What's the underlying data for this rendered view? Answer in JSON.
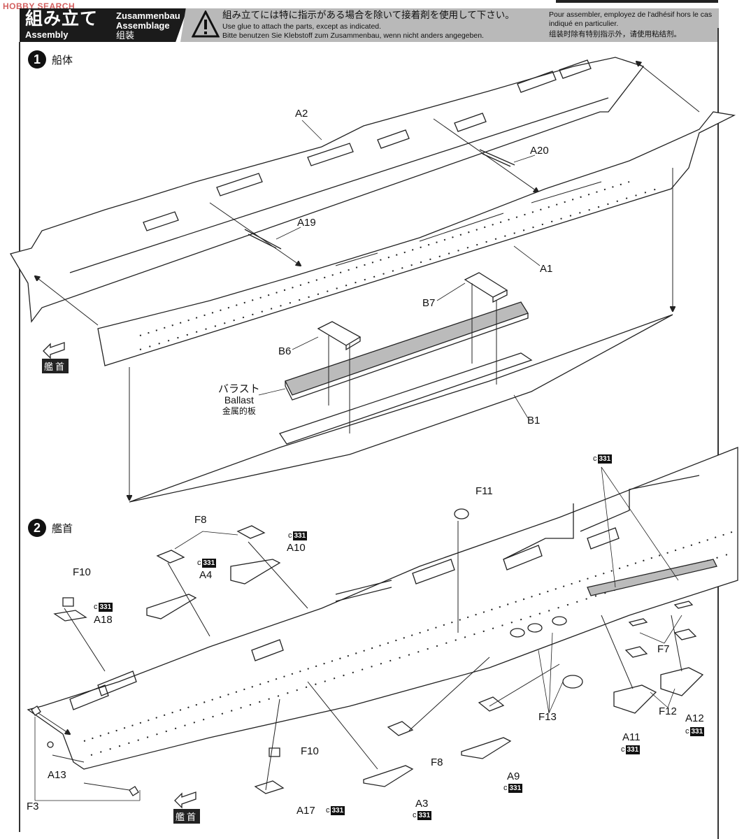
{
  "watermark": "HOBBY SEARCH",
  "header": {
    "title_jp": "組み立て",
    "title_en": "Assembly",
    "title_de": "Zusammenbau",
    "title_fr": "Assemblage",
    "title_cn": "组装",
    "warning_icon": "warning-triangle-icon",
    "msg_jp": "組み立てには特に指示がある場合を除いて接着剤を使用して下さい。",
    "msg_en": "Use glue to attach the parts, except as indicated.",
    "msg_de": "Bitte benutzen Sie Klebstoff zum Zusammenbau, wenn nicht anders angegeben.",
    "msg_fr": "Pour assembler, employez de l'adhésif hors le cas indiqué en particulier.",
    "msg_cn": "组装时除有特别指示外，请使用粘结剂。"
  },
  "step1": {
    "number": "1",
    "title": "船体",
    "labels": [
      "A2",
      "A20",
      "A19",
      "A1",
      "B7",
      "B6",
      "B1"
    ],
    "ballast": {
      "jp": "バラスト",
      "en": "Ballast",
      "cn": "金属的板"
    },
    "bow": "艦首"
  },
  "step2": {
    "number": "2",
    "title": "艦首",
    "labels": [
      "F11",
      "F8",
      "A10",
      "A4",
      "F10",
      "A18",
      "F7",
      "F13",
      "F12",
      "A12",
      "A11",
      "F8",
      "A9",
      "F10",
      "A13",
      "F3",
      "A3",
      "A17"
    ],
    "color_code_prefix": "c",
    "color_code": "331",
    "bow": "艦首"
  }
}
